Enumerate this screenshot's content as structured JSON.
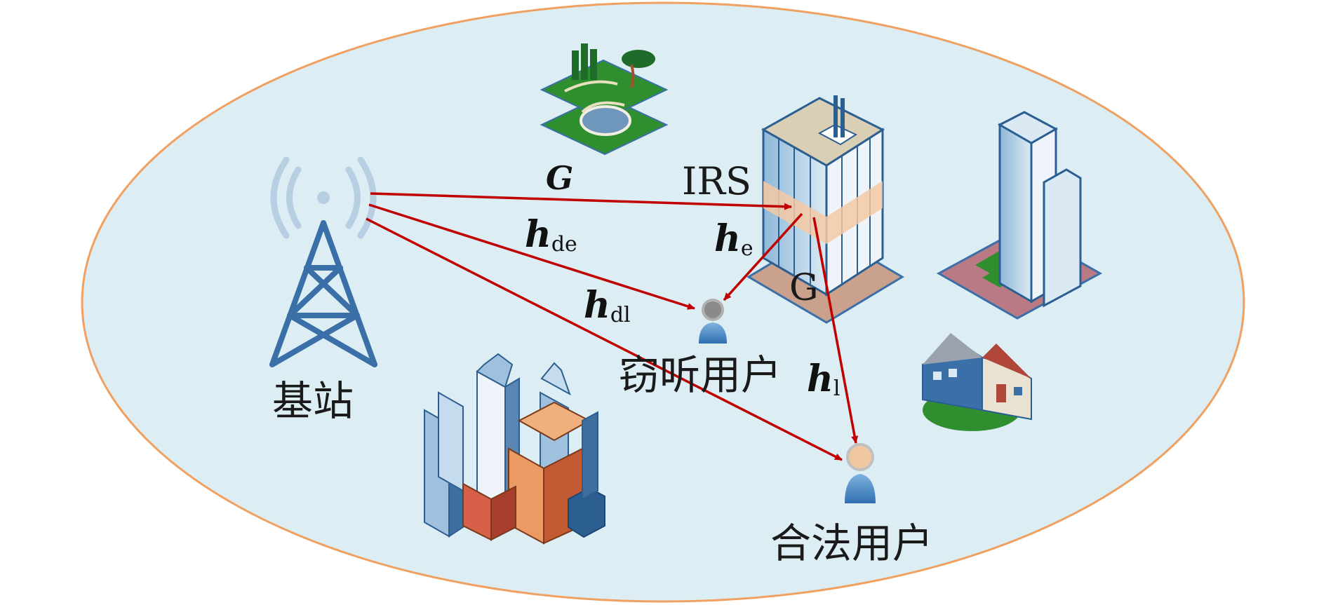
{
  "labels": {
    "base_station": "基站",
    "irs": "IRS",
    "eavesdropper": "窃听用户",
    "legit_user": "合法用户"
  },
  "channels": {
    "G_bold": "G",
    "G_plain": "G",
    "h_de": {
      "main": "h",
      "sub": "de"
    },
    "h_dl": {
      "main": "h",
      "sub": "dl"
    },
    "h_e": {
      "main": "h",
      "sub": "e"
    },
    "h_l": {
      "main": "h",
      "sub": "l"
    }
  },
  "colors": {
    "region_fill": "#dcedf3",
    "region_stroke": "#f0a060",
    "arrow": "#c00000",
    "tower": "#3a6fa8",
    "irs_panel": "#f5c9a5"
  },
  "icons": [
    "tower-icon",
    "park-icon",
    "skyscraper-irs-icon",
    "office-tower-icon",
    "house-icon",
    "city-icon",
    "eavesdropper-user-icon",
    "legit-user-icon"
  ]
}
